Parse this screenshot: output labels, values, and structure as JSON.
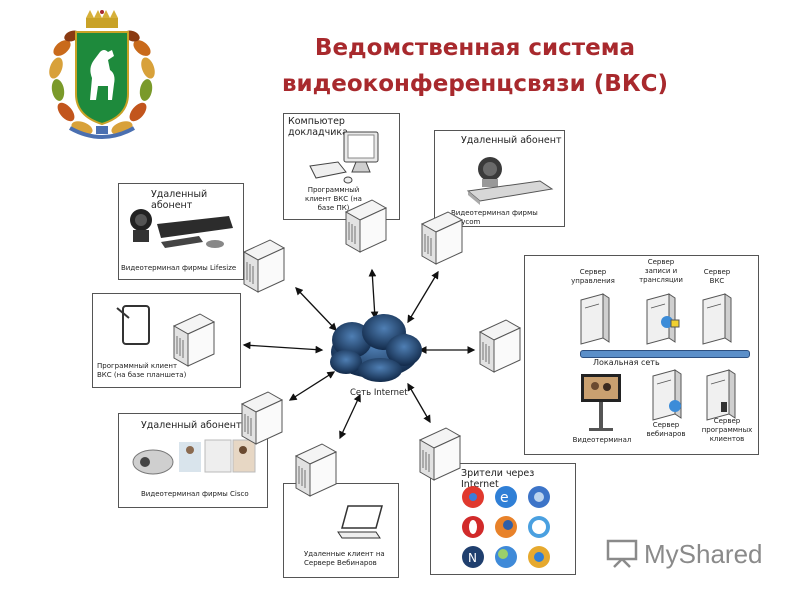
{
  "title_line1": "Ведомственная система",
  "title_line2": "видеоконференцсвязи (ВКС)",
  "nodes": {
    "speaker_pc": {
      "header": "Компьютер докладчика",
      "caption": "Программный клиент ВКС (на базе ПК)"
    },
    "polycom": {
      "header": "Удаленный абонент",
      "caption": "Видеотерминал фирмы Polycom"
    },
    "lifesize": {
      "header": "Удаленный абонент",
      "caption": "Видеотерминал фирмы Lifesize"
    },
    "tablet": {
      "caption": "Программный клиент ВКС (на базе планшета)"
    },
    "cisco": {
      "header": "Удаленный абонент",
      "caption": "Видеотерминал фирмы Cisco"
    },
    "webinar_clients": {
      "caption": "Удаленные клиент на Сервере Вебинаров"
    },
    "internet_viewers": {
      "header": "Зрители через Internet"
    },
    "cloud": {
      "label": "Сеть Internet"
    }
  },
  "datacenter": {
    "server_mgmt": "Сервер управления",
    "server_rec": "Сервер записи и трансляции",
    "server_vks": "Сервер ВКС",
    "lan": "Локальная сеть",
    "videoterminal": "Видеотерминал",
    "server_webinar": "Сервер вебинаров",
    "server_clients": "Сервер программных клиентов"
  },
  "watermark": "MyShared",
  "colors": {
    "title": "#a8292d",
    "emblem_green": "#1e8a3c",
    "lan_bar": "#5b8fc9",
    "cloud": "#1c3d66"
  }
}
